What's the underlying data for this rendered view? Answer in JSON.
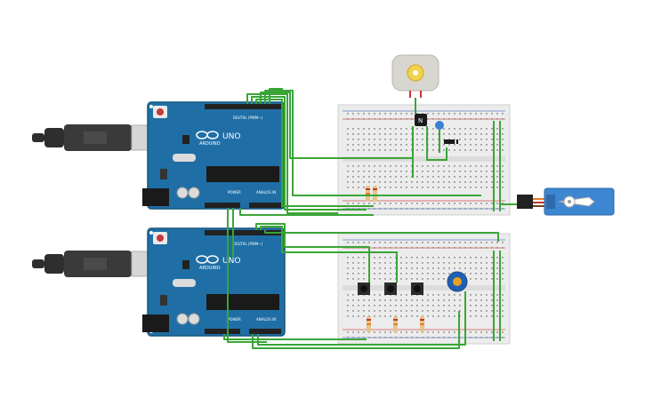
{
  "boards": [
    {
      "id": "arduino-1",
      "brand_label": "ARDUINO",
      "model_label": "UNO",
      "digital_header_label": "DIGITAL (PWM~)",
      "power_label": "POWER",
      "analog_label": "ANALOG IN"
    },
    {
      "id": "arduino-2",
      "brand_label": "ARDUINO",
      "model_label": "UNO",
      "digital_header_label": "DIGITAL (PWM~)",
      "power_label": "POWER",
      "analog_label": "ANALOG IN"
    }
  ],
  "components": {
    "dc_motor": "dc-motor",
    "transistor_label": "N",
    "pushbutton_count": 3,
    "resistor_count_board2": 3,
    "servo": "micro-servo",
    "potentiometer": "rotary-potentiometer"
  },
  "colors": {
    "board_blue": "#1f6fa6",
    "board_dark": "#16567f",
    "breadboard": "#ececec",
    "breadboard_hole": "#9a9a9a",
    "rail_red": "#d9534f",
    "rail_blue": "#5b7fc7",
    "wire_green": "#3aa537",
    "usb_dark": "#2e2e2e",
    "usb_metal": "#cfcfcf",
    "servo_blue": "#3d86d1",
    "pot_blue": "#1f5fb4",
    "pot_knob": "#e8a020"
  }
}
